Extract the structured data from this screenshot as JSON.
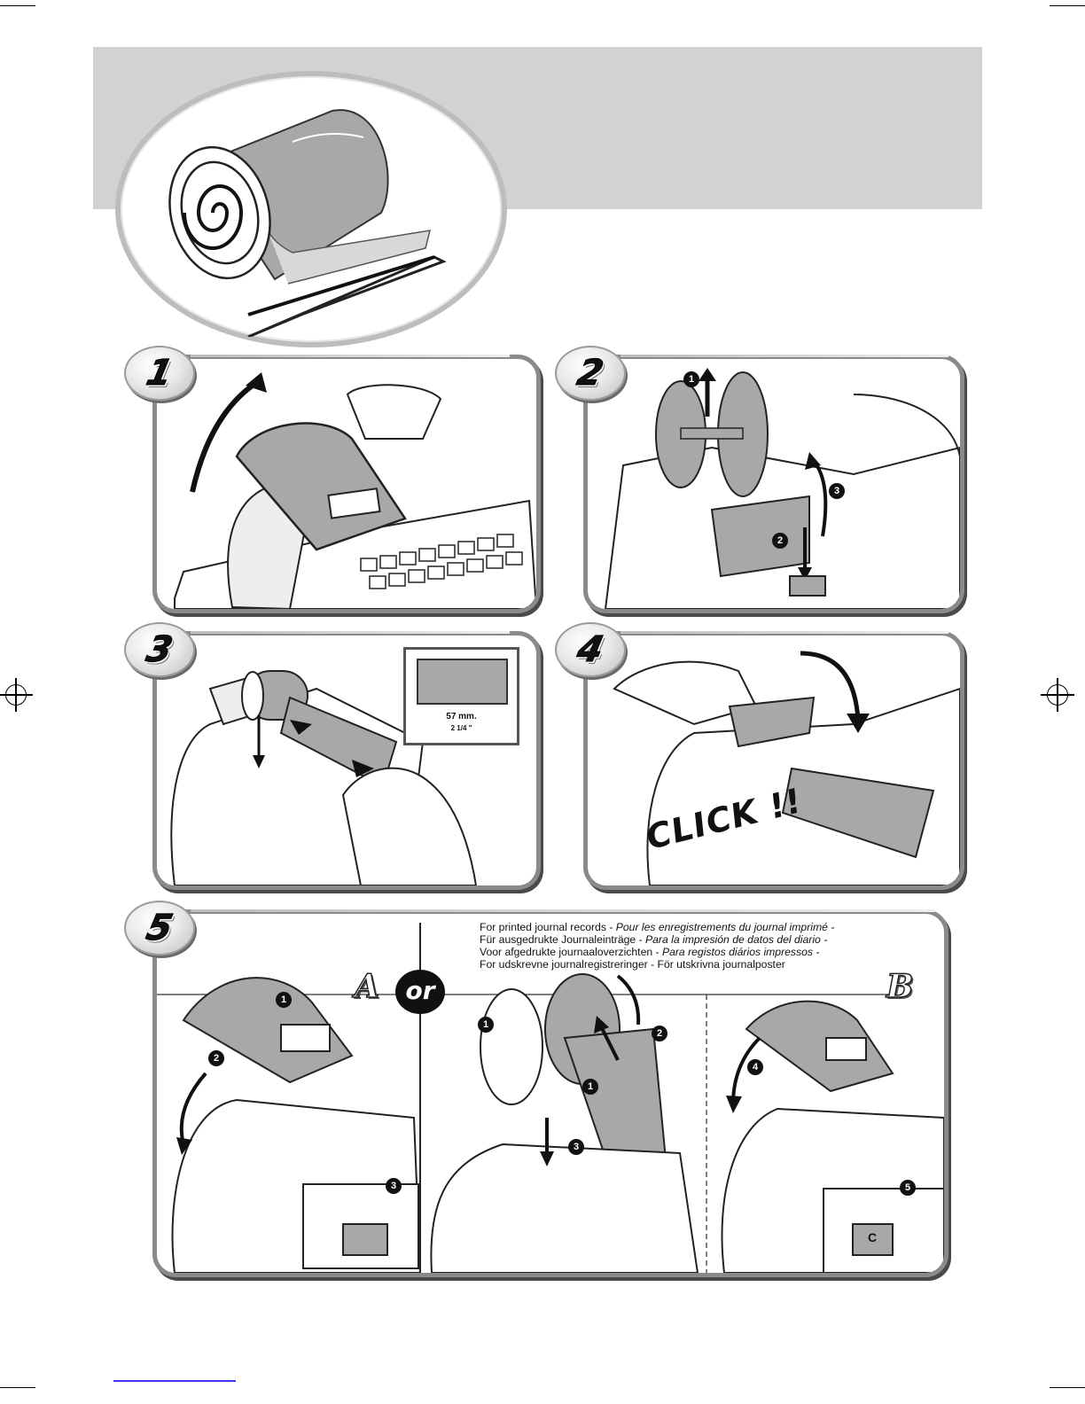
{
  "steps": [
    {
      "number": "1"
    },
    {
      "number": "2"
    },
    {
      "number": "3"
    },
    {
      "number": "4"
    },
    {
      "number": "5"
    }
  ],
  "step2_markers": [
    "1",
    "2",
    "3"
  ],
  "step3": {
    "width_mm": "57 mm.",
    "width_in": "2 1/4 \""
  },
  "step4": {
    "click_text": "CLICK !!"
  },
  "step5": {
    "label_a": "A",
    "label_or": "or",
    "label_b": "B",
    "markers_a": [
      "1",
      "2",
      "3"
    ],
    "markers_or": [
      "1",
      "2",
      "1",
      "3"
    ],
    "markers_b": [
      "4",
      "5"
    ],
    "key_label": "C",
    "journal_text": [
      {
        "plain": "For printed journal records - ",
        "italic": "Pour les enregistrements du journal imprimé -"
      },
      {
        "plain": "Für ausgedrukte Journaleinträge - ",
        "italic": "Para la impresión de datos del diario -"
      },
      {
        "plain": "Voor afgedrukte journaaloverzichten - ",
        "italic": "Para registos diários impressos -"
      },
      {
        "plain": "For udskrevne journalregistreringer - För utskrivna journalposter",
        "italic": ""
      }
    ]
  },
  "colors": {
    "banner": "#d2d2d2",
    "panel_border": "#8a8a8a",
    "paper": "#a8a8a8"
  }
}
